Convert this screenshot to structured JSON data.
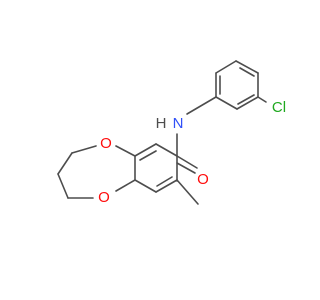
{
  "molecule": {
    "colors": {
      "bond": "#4d4d4d",
      "nitrogen": "#3050f8",
      "oxygen": "#ff0d0d",
      "chlorine": "#1fa81f",
      "hydrogen": "#4d4d4d"
    },
    "labels": {
      "amide_nitrogen": "N",
      "amide_hydrogen": "H",
      "chlorine": "Cl",
      "carbonyl_oxygen": "O",
      "ring_oxygen_upper": "O",
      "ring_oxygen_lower": "O"
    }
  }
}
